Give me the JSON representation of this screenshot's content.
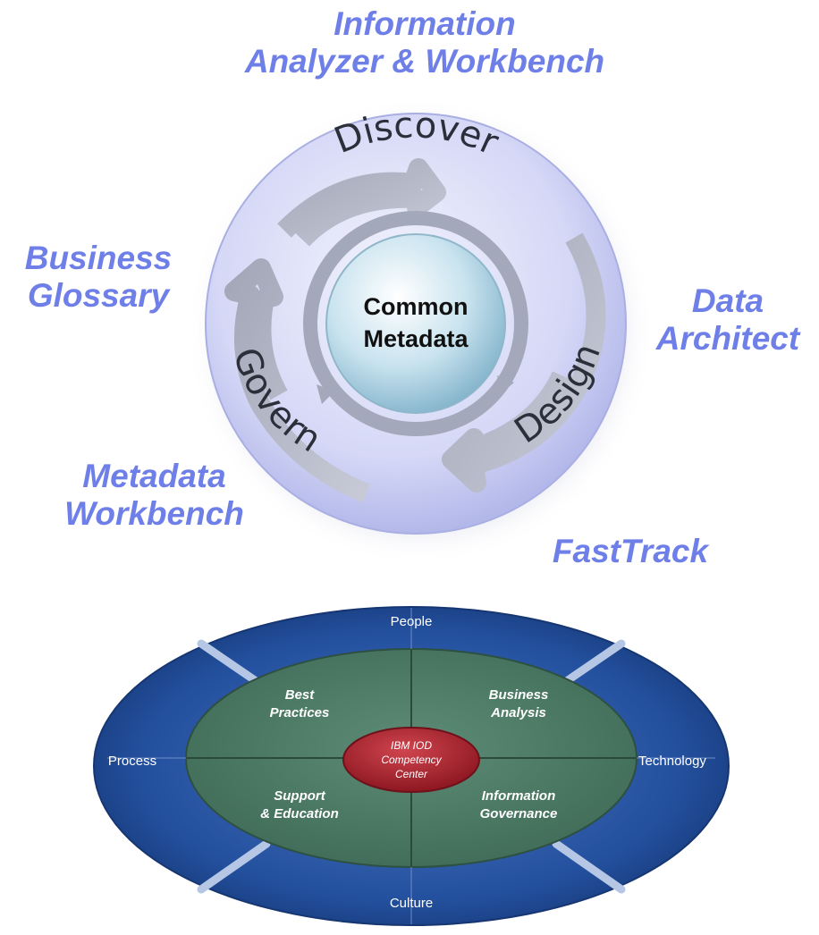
{
  "top_diagram": {
    "tool_labels": {
      "information_analyzer": [
        "Information",
        "Analyzer & Workbench"
      ],
      "business_glossary": [
        "Business",
        "Glossary"
      ],
      "data_architect": [
        "Data",
        "Architect"
      ],
      "metadata_workbench": [
        "Metadata",
        "Workbench"
      ],
      "fasttrack": [
        "FastTrack"
      ]
    },
    "cycle_steps": [
      "Discover",
      "Design",
      "Govern"
    ],
    "center": [
      "Common",
      "Metadata"
    ]
  },
  "bottom_diagram": {
    "outer_ring": {
      "top": "People",
      "left": "Process",
      "right": "Technology",
      "bottom": "Culture"
    },
    "quadrants": {
      "top_left": [
        "Best",
        "Practices"
      ],
      "top_right": [
        "Business",
        "Analysis"
      ],
      "bottom_left": [
        "Support",
        "& Education"
      ],
      "bottom_right": [
        "Information",
        "Governance"
      ]
    },
    "core": [
      "IBM IOD",
      "Competency",
      "Center"
    ]
  },
  "colors": {
    "tool_label": "#6f7fe8",
    "disc_light": "#e4e6fa",
    "disc_mid": "#b8bdee",
    "outer_ring_blue": "#1f4a9a",
    "inner_green": "#4b7a66",
    "core_red": "#a3202a"
  }
}
